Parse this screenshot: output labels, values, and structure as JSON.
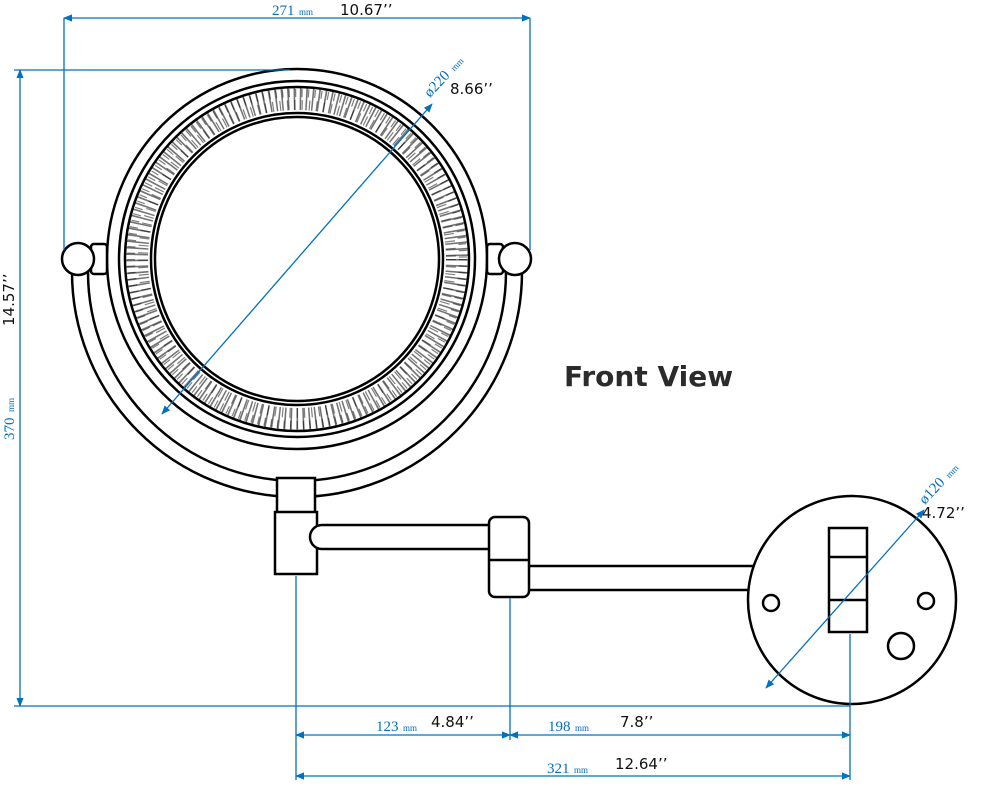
{
  "title": "Front View",
  "dimensions": {
    "width": {
      "mm": "271",
      "unit": "mm",
      "inches": "10.67’’"
    },
    "height": {
      "mm": "370",
      "unit": "mm",
      "inches": "14.57’’"
    },
    "mirror_diameter": {
      "mm": "ø220",
      "unit": "mm",
      "inches": "8.66’’"
    },
    "base_diameter": {
      "mm": "ø120",
      "unit": "mm",
      "inches": "4.72’’"
    },
    "arm_first": {
      "mm": "123",
      "unit": "mm",
      "inches": "4.84’’"
    },
    "arm_second": {
      "mm": "198",
      "unit": "mm",
      "inches": "7.8’’"
    },
    "arm_total": {
      "mm": "321",
      "unit": "mm",
      "inches": "12.64’’"
    }
  },
  "colors": {
    "dimension_line": "#0070c0",
    "outline": "#000000",
    "title": "#2b2b2b"
  }
}
